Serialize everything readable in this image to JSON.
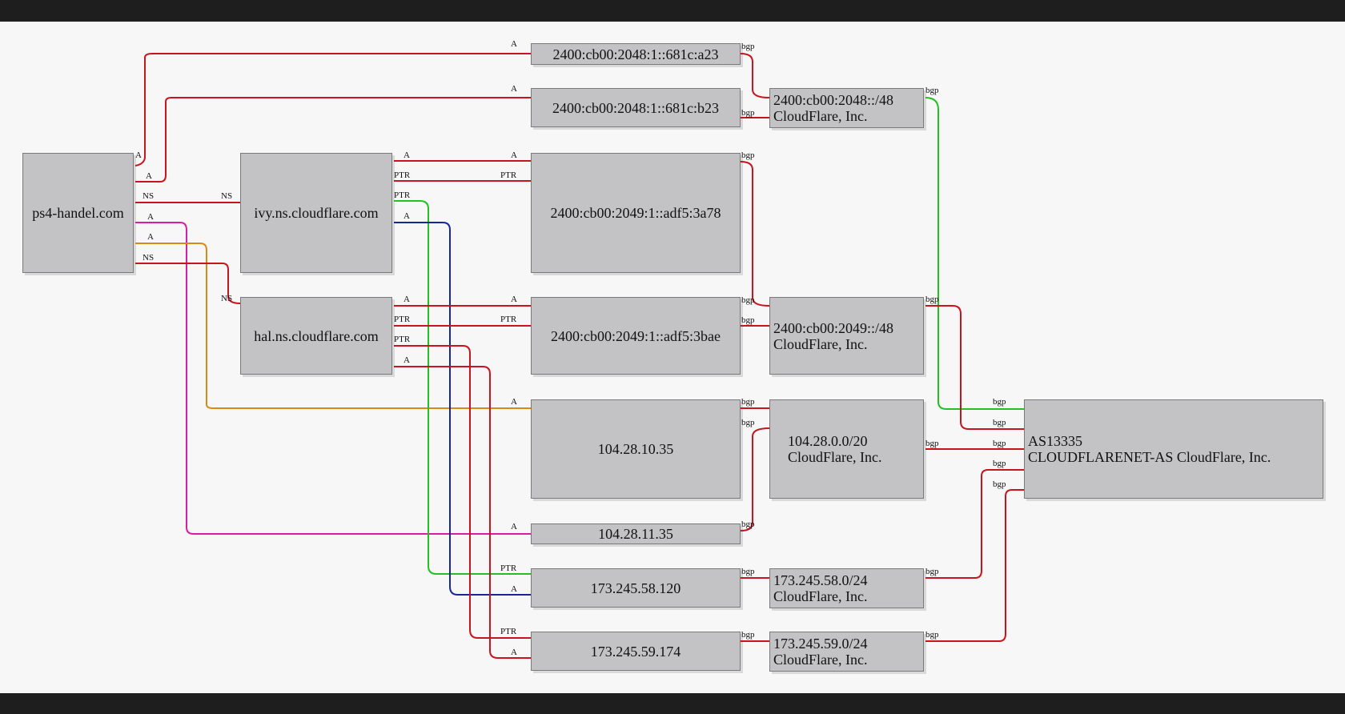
{
  "colors": {
    "red": "#c8141e",
    "green": "#22c022",
    "blue": "#14289a",
    "magenta": "#d81ea0",
    "orange": "#d88a14",
    "node_fill": "#c3c2c4"
  },
  "nodes": {
    "ps4_handel": "ps4-handel.com",
    "ivy_ns": "ivy.ns.cloudflare.com",
    "hal_ns": "hal.ns.cloudflare.com",
    "ip_681c_a23": "2400:cb00:2048:1::681c:a23",
    "ip_681c_b23": "2400:cb00:2048:1::681c:b23",
    "ip_adf5_3a78": "2400:cb00:2049:1::adf5:3a78",
    "ip_adf5_3bae": "2400:cb00:2049:1::adf5:3bae",
    "ip_104_28_10_35": "104.28.10.35",
    "ip_104_28_11_35": "104.28.11.35",
    "ip_173_245_58_120": "173.245.58.120",
    "ip_173_245_59_174": "173.245.59.174",
    "net_2048": {
      "prefix": "2400:cb00:2048::/48",
      "org": "CloudFlare, Inc."
    },
    "net_2049": {
      "prefix": "2400:cb00:2049::/48",
      "org": "CloudFlare, Inc."
    },
    "net_104": {
      "prefix": "104.28.0.0/20",
      "org": "CloudFlare, Inc."
    },
    "net_173_58": {
      "prefix": "173.245.58.0/24",
      "org": "CloudFlare, Inc."
    },
    "net_173_59": {
      "prefix": "173.245.59.0/24",
      "org": "CloudFlare, Inc."
    },
    "as13335": {
      "asn": "AS13335",
      "name": "CLOUDFLARENET-AS CloudFlare, Inc."
    }
  },
  "edge_labels": {
    "a": "A",
    "ns": "NS",
    "ptr": "PTR",
    "bgp": "bgp"
  }
}
